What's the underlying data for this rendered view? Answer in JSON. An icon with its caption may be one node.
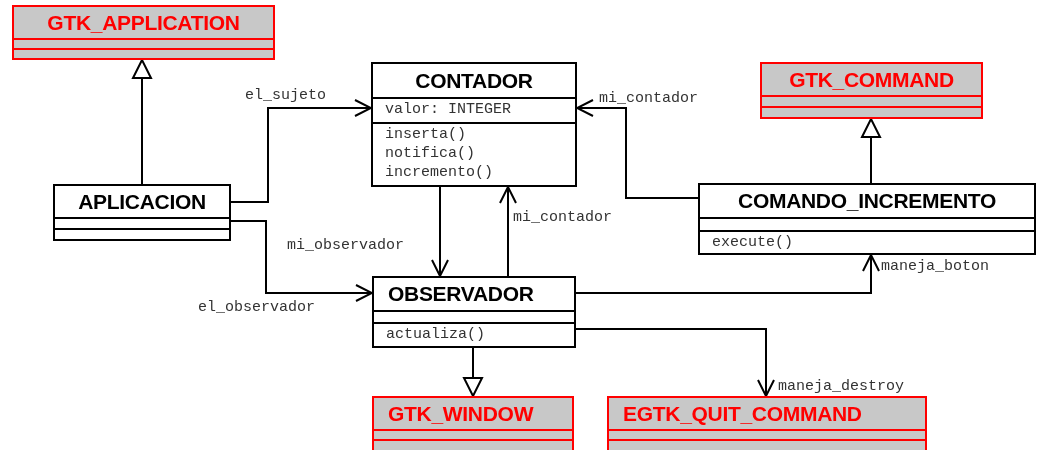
{
  "diagram": {
    "nodes": [
      {
        "text": [
          "GTK_APPLICATION"
        ]
      },
      {
        "text": [
          "CONTADOR",
          "valor: INTEGER",
          "inserta() notifica() incremento()"
        ]
      },
      {
        "text": [
          "GTK_COMMAND"
        ]
      },
      {
        "text": [
          "APLICACION"
        ]
      },
      {
        "text": [
          "COMANDO_INCREMENTO",
          "execute()"
        ]
      },
      {
        "text": [
          "OBSERVADOR",
          "actualiza()"
        ]
      },
      {
        "text": [
          "GTK_WINDOW"
        ]
      },
      {
        "text": [
          "EGTK_QUIT_COMMAND"
        ]
      }
    ],
    "edges": [
      {
        "from": 3,
        "to": 0,
        "arrow": "to"
      },
      {
        "from": 3,
        "to": 1,
        "arrow": "to",
        "label": "el_sujeto"
      },
      {
        "from": 3,
        "to": 5,
        "arrow": "to",
        "label": "el_observador"
      },
      {
        "from": 1,
        "to": 5,
        "arrow": "to",
        "label": "mi_observador"
      },
      {
        "from": 5,
        "to": 1,
        "arrow": "to",
        "label": "mi_contador"
      },
      {
        "from": 4,
        "to": 1,
        "arrow": "to",
        "label": "mi_contador"
      },
      {
        "from": 4,
        "to": 2,
        "arrow": "to"
      },
      {
        "from": 5,
        "to": 4,
        "arrow": "to",
        "label": "maneja_boton"
      },
      {
        "from": 5,
        "to": 6,
        "arrow": "to"
      },
      {
        "from": 5,
        "to": 7,
        "arrow": "to",
        "label": "maneja_destroy"
      }
    ]
  }
}
